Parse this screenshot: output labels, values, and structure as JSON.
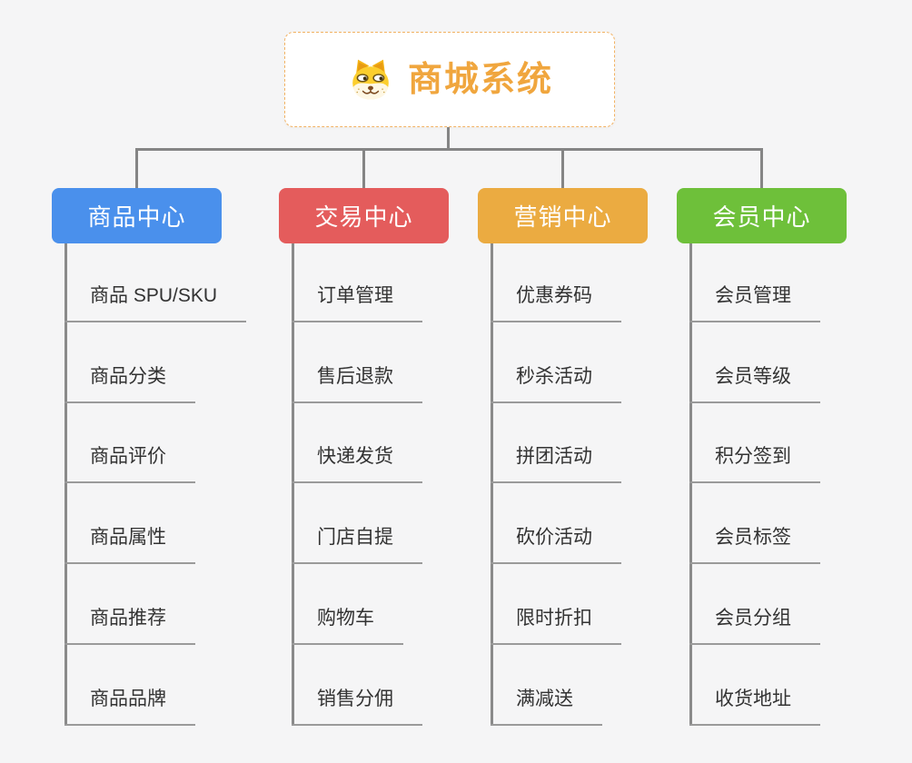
{
  "root": {
    "title": "商城系统",
    "icon": "dog-face-icon",
    "title_color": "#F0A63E",
    "border_color": "#f2b263"
  },
  "branches": [
    {
      "title": "商品中心",
      "color": "#4A90EC",
      "children": [
        "商品 SPU/SKU",
        "商品分类",
        "商品评价",
        "商品属性",
        "商品推荐",
        "商品品牌"
      ]
    },
    {
      "title": "交易中心",
      "color": "#E45C5C",
      "children": [
        "订单管理",
        "售后退款",
        "快递发货",
        "门店自提",
        "购物车",
        "销售分佣"
      ]
    },
    {
      "title": "营销中心",
      "color": "#EBAB41",
      "children": [
        "优惠券码",
        "秒杀活动",
        "拼团活动",
        "砍价活动",
        "限时折扣",
        "满减送"
      ]
    },
    {
      "title": "会员中心",
      "color": "#6EC03A",
      "children": [
        "会员管理",
        "会员等级",
        "积分签到",
        "会员标签",
        "会员分组",
        "收货地址"
      ]
    }
  ],
  "colors": {
    "background": "#f5f5f6",
    "connector": "#858585",
    "underline": "#9a9a9a",
    "child_text": "#333333"
  }
}
